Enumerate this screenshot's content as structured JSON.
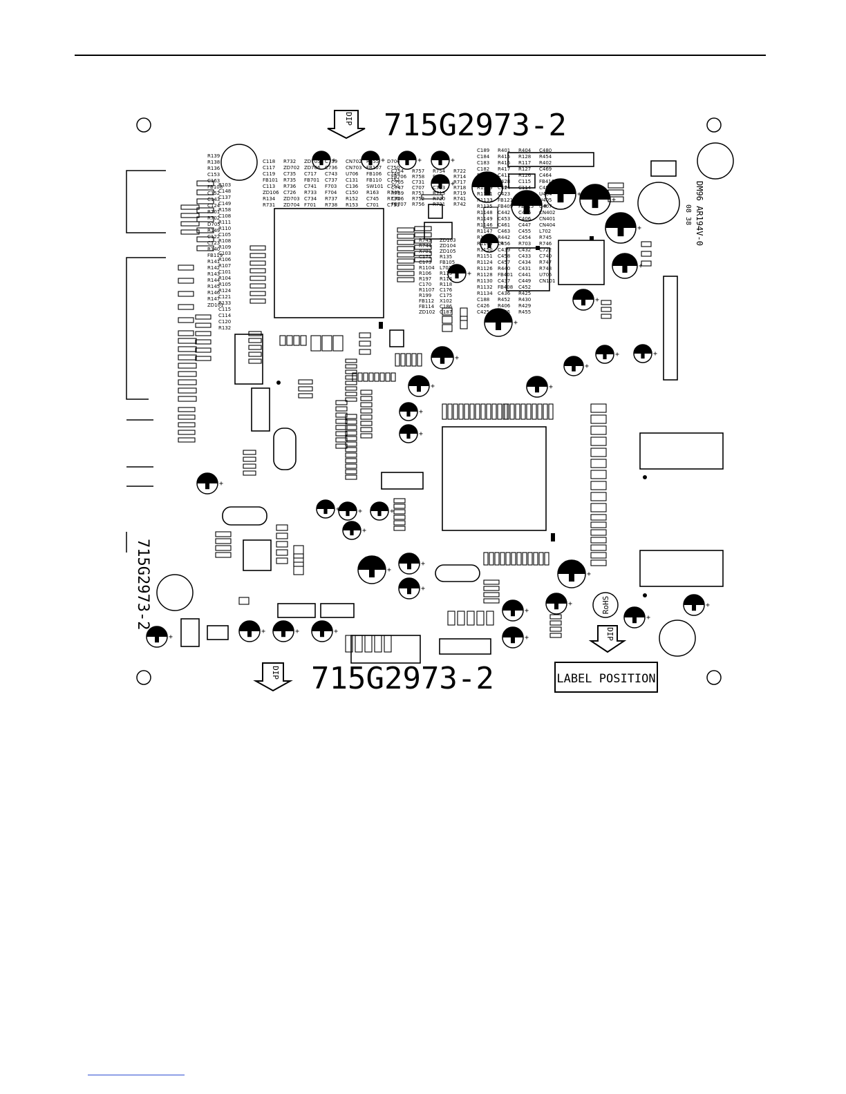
{
  "board": {
    "part_number_top": "715G2973-2",
    "part_number_bottom": "715G2973-2",
    "part_number_side": "715G2973-2",
    "dip_label": "DIP",
    "label_position": "LABEL POSITION",
    "rohs": "RoHS",
    "ul_mark": "DM96 AR194V-0",
    "date_code": "08 38"
  },
  "refs": [
    {
      "t": "R139"
    },
    {
      "t": "R138"
    },
    {
      "t": "R136"
    },
    {
      "t": "C153"
    },
    {
      "t": "C163"
    },
    {
      "t": "FB108"
    },
    {
      "t": "C152"
    },
    {
      "t": "C143"
    },
    {
      "t": "C124"
    },
    {
      "t": "R701"
    },
    {
      "t": "R702"
    },
    {
      "t": "D705"
    },
    {
      "t": "R149"
    },
    {
      "t": "C122"
    },
    {
      "t": "C123"
    },
    {
      "t": "R140"
    },
    {
      "t": "FB119"
    },
    {
      "t": "R141"
    },
    {
      "t": "R142"
    },
    {
      "t": "R143"
    },
    {
      "t": "R144"
    },
    {
      "t": "R145"
    },
    {
      "t": "R146"
    },
    {
      "t": "R147"
    },
    {
      "t": "ZD101"
    },
    {
      "t": "R103"
    },
    {
      "t": "C148"
    },
    {
      "t": "C137"
    },
    {
      "t": "C149"
    },
    {
      "t": "R158"
    },
    {
      "t": "C108"
    },
    {
      "t": "R111"
    },
    {
      "t": "R110"
    },
    {
      "t": "C105"
    },
    {
      "t": "R108"
    },
    {
      "t": "R109"
    },
    {
      "t": "C103"
    },
    {
      "t": "R106"
    },
    {
      "t": "R107"
    },
    {
      "t": "C101"
    },
    {
      "t": "R104"
    },
    {
      "t": "R105"
    },
    {
      "t": "R124"
    },
    {
      "t": "C121"
    },
    {
      "t": "R133"
    },
    {
      "t": "C115"
    },
    {
      "t": "C114"
    },
    {
      "t": "C120"
    },
    {
      "t": "R132"
    },
    {
      "t": "C118"
    },
    {
      "t": "C117"
    },
    {
      "t": "C119"
    },
    {
      "t": "FB101"
    },
    {
      "t": "C113"
    },
    {
      "t": "ZD106"
    },
    {
      "t": "R134"
    },
    {
      "t": "R731"
    },
    {
      "t": "R732"
    },
    {
      "t": "ZD702"
    },
    {
      "t": "C735"
    },
    {
      "t": "R735"
    },
    {
      "t": "R736"
    },
    {
      "t": "C726"
    },
    {
      "t": "ZD703"
    },
    {
      "t": "ZD704"
    },
    {
      "t": "ZD705"
    },
    {
      "t": "ZD706"
    },
    {
      "t": "C717"
    },
    {
      "t": "FB701"
    },
    {
      "t": "C741"
    },
    {
      "t": "R733"
    },
    {
      "t": "C734"
    },
    {
      "t": "F701"
    },
    {
      "t": "C739"
    },
    {
      "t": "C736"
    },
    {
      "t": "C743"
    },
    {
      "t": "C737"
    },
    {
      "t": "F703"
    },
    {
      "t": "F704"
    },
    {
      "t": "R737"
    },
    {
      "t": "R738"
    },
    {
      "t": "CN702"
    },
    {
      "t": "CN703"
    },
    {
      "t": "U706"
    },
    {
      "t": "C131"
    },
    {
      "t": "C136"
    },
    {
      "t": "C150"
    },
    {
      "t": "R152"
    },
    {
      "t": "R153"
    },
    {
      "t": "R155"
    },
    {
      "t": "FB107"
    },
    {
      "t": "FB106"
    },
    {
      "t": "FB110"
    },
    {
      "t": "SW101"
    },
    {
      "t": "R163"
    },
    {
      "t": "C745"
    },
    {
      "t": "C701"
    },
    {
      "t": "D704"
    },
    {
      "t": "C750"
    },
    {
      "t": "C749"
    },
    {
      "t": "C752"
    },
    {
      "t": "C751"
    },
    {
      "t": "R749"
    },
    {
      "t": "R730"
    },
    {
      "t": "C753"
    },
    {
      "t": "C754"
    },
    {
      "t": "FB706"
    },
    {
      "t": "C705"
    },
    {
      "t": "C747"
    },
    {
      "t": "R759"
    },
    {
      "t": "C706"
    },
    {
      "t": "FB707"
    },
    {
      "t": "R757"
    },
    {
      "t": "R758"
    },
    {
      "t": "C731"
    },
    {
      "t": "C707"
    },
    {
      "t": "R751"
    },
    {
      "t": "R752"
    },
    {
      "t": "R756"
    },
    {
      "t": "R754"
    },
    {
      "t": "R753"
    },
    {
      "t": "C712"
    },
    {
      "t": "C713"
    },
    {
      "t": "R713"
    },
    {
      "t": "R720"
    },
    {
      "t": "R721"
    },
    {
      "t": "R722"
    },
    {
      "t": "R714"
    },
    {
      "t": "R717"
    },
    {
      "t": "R718"
    },
    {
      "t": "R719"
    },
    {
      "t": "R741"
    },
    {
      "t": "R742"
    },
    {
      "t": "R743"
    },
    {
      "t": "R744"
    },
    {
      "t": "X701"
    },
    {
      "t": "C171"
    },
    {
      "t": "C173"
    },
    {
      "t": "R1104"
    },
    {
      "t": "R106"
    },
    {
      "t": "R197"
    },
    {
      "t": "C170"
    },
    {
      "t": "R1107"
    },
    {
      "t": "R199"
    },
    {
      "t": "FB112"
    },
    {
      "t": "FB114"
    },
    {
      "t": "ZD102"
    },
    {
      "t": "ZD103"
    },
    {
      "t": "ZD104"
    },
    {
      "t": "ZD105"
    },
    {
      "t": "R135"
    },
    {
      "t": "FB105"
    },
    {
      "t": "L701"
    },
    {
      "t": "R115"
    },
    {
      "t": "R114"
    },
    {
      "t": "R118"
    },
    {
      "t": "C176"
    },
    {
      "t": "C175"
    },
    {
      "t": "X102"
    },
    {
      "t": "C186"
    },
    {
      "t": "C187"
    },
    {
      "t": "C189"
    },
    {
      "t": "C184"
    },
    {
      "t": "C183"
    },
    {
      "t": "C182"
    },
    {
      "t": "R1125"
    },
    {
      "t": "R1127"
    },
    {
      "t": "R1129"
    },
    {
      "t": "R1131"
    },
    {
      "t": "R1133"
    },
    {
      "t": "R1135"
    },
    {
      "t": "R1148"
    },
    {
      "t": "R1149"
    },
    {
      "t": "R1146"
    },
    {
      "t": "R1147"
    },
    {
      "t": "R1144"
    },
    {
      "t": "R1145"
    },
    {
      "t": "R1150"
    },
    {
      "t": "R1151"
    },
    {
      "t": "R1124"
    },
    {
      "t": "R1126"
    },
    {
      "t": "R1128"
    },
    {
      "t": "R1130"
    },
    {
      "t": "R1132"
    },
    {
      "t": "R1134"
    },
    {
      "t": "C188"
    },
    {
      "t": "C426"
    },
    {
      "t": "C425"
    },
    {
      "t": "R401"
    },
    {
      "t": "R415"
    },
    {
      "t": "R416"
    },
    {
      "t": "R417"
    },
    {
      "t": "C411"
    },
    {
      "t": "C428"
    },
    {
      "t": "C424"
    },
    {
      "t": "C423"
    },
    {
      "t": "FB121"
    },
    {
      "t": "FB409"
    },
    {
      "t": "C442"
    },
    {
      "t": "C453"
    },
    {
      "t": "C461"
    },
    {
      "t": "C463"
    },
    {
      "t": "R442"
    },
    {
      "t": "C456"
    },
    {
      "t": "C439"
    },
    {
      "t": "C458"
    },
    {
      "t": "C457"
    },
    {
      "t": "R440"
    },
    {
      "t": "FB401"
    },
    {
      "t": "C437"
    },
    {
      "t": "FB408"
    },
    {
      "t": "C436"
    },
    {
      "t": "R452"
    },
    {
      "t": "R406"
    },
    {
      "t": "R405"
    },
    {
      "t": "R404"
    },
    {
      "t": "R128"
    },
    {
      "t": "R117"
    },
    {
      "t": "R127"
    },
    {
      "t": "R126"
    },
    {
      "t": "C115"
    },
    {
      "t": "C114"
    },
    {
      "t": "FB113"
    },
    {
      "t": "FB120"
    },
    {
      "t": "FB115"
    },
    {
      "t": "C446"
    },
    {
      "t": "C406"
    },
    {
      "t": "C447"
    },
    {
      "t": "C455"
    },
    {
      "t": "C454"
    },
    {
      "t": "R703"
    },
    {
      "t": "C432"
    },
    {
      "t": "C433"
    },
    {
      "t": "C434"
    },
    {
      "t": "C431"
    },
    {
      "t": "C441"
    },
    {
      "t": "C449"
    },
    {
      "t": "C452"
    },
    {
      "t": "R425"
    },
    {
      "t": "R430"
    },
    {
      "t": "R429"
    },
    {
      "t": "R455"
    },
    {
      "t": "C480"
    },
    {
      "t": "R454"
    },
    {
      "t": "R402"
    },
    {
      "t": "C469"
    },
    {
      "t": "C464"
    },
    {
      "t": "FB416"
    },
    {
      "t": "C481"
    },
    {
      "t": "U404"
    },
    {
      "t": "U405"
    },
    {
      "t": "U407"
    },
    {
      "t": "CN402"
    },
    {
      "t": "CN401"
    },
    {
      "t": "CN404"
    },
    {
      "t": "L702"
    },
    {
      "t": "R745"
    },
    {
      "t": "R746"
    },
    {
      "t": "C722"
    },
    {
      "t": "C740"
    },
    {
      "t": "R747"
    },
    {
      "t": "R748"
    },
    {
      "t": "U705"
    },
    {
      "t": "CN101"
    }
  ]
}
